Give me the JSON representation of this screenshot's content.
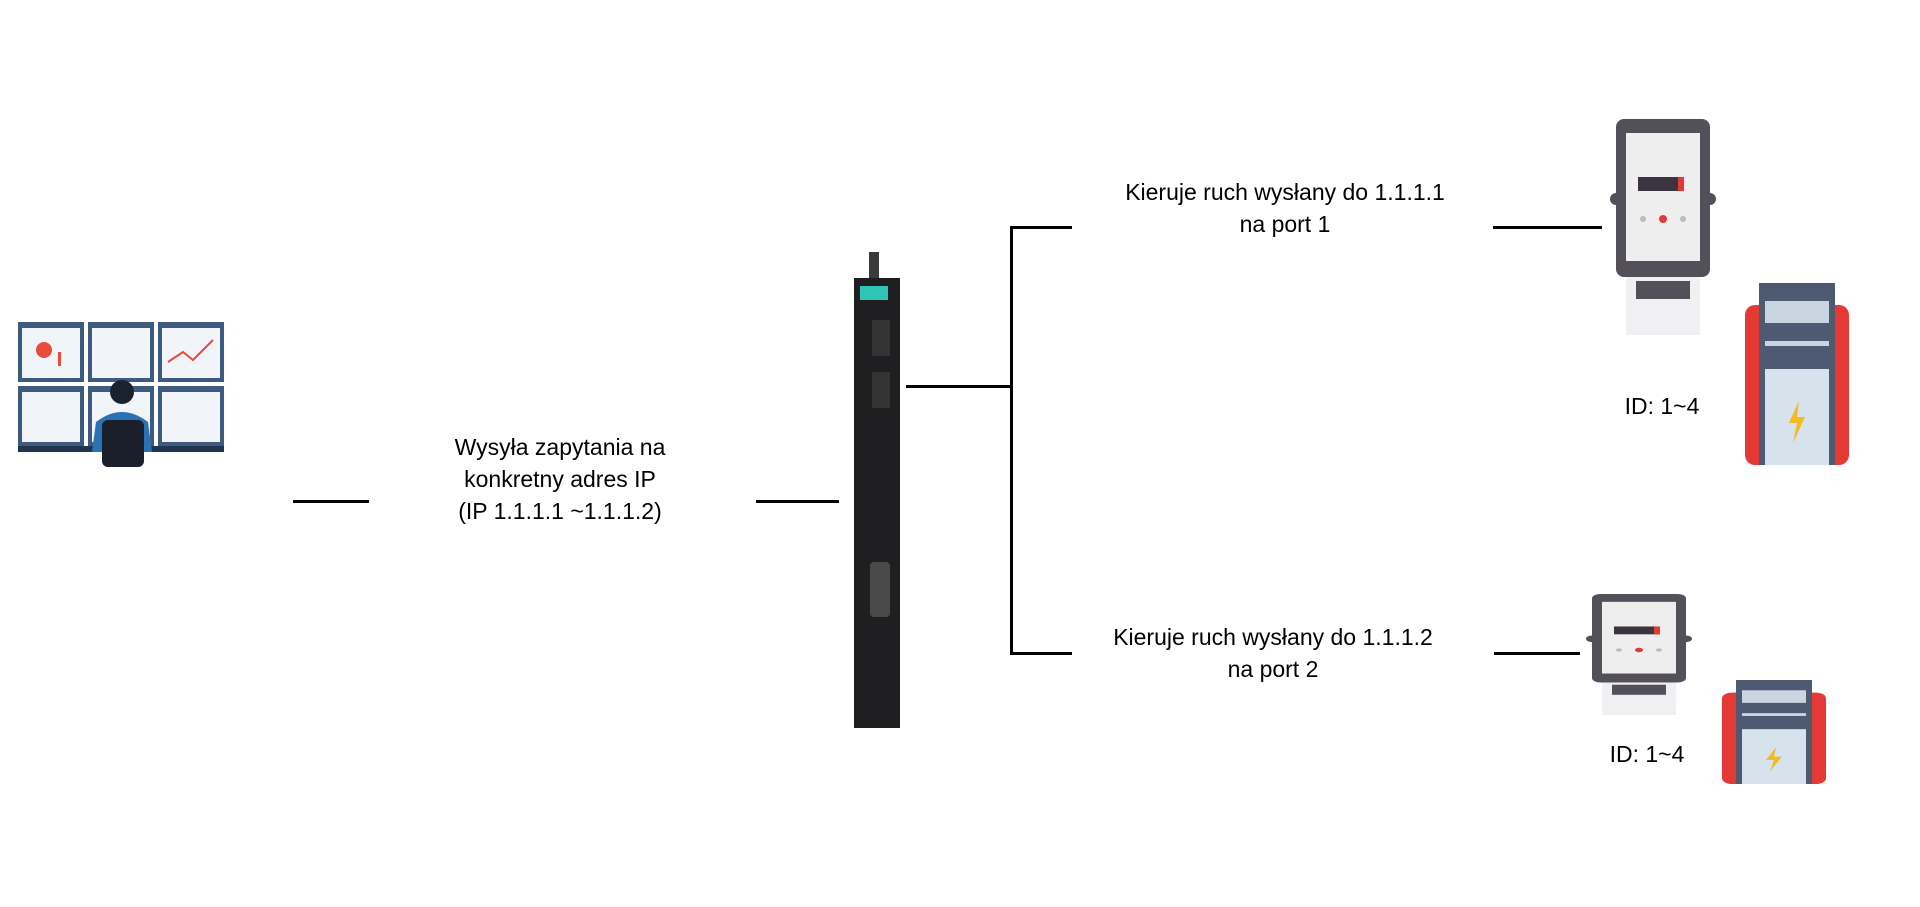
{
  "operator": {
    "label": "Wysyła zapytania na\nkonkretny adres IP\n(IP 1.1.1.1 ~1.1.1.2)",
    "line1": "Wysyła zapytania na",
    "line2": "konkretny adres IP",
    "line3": "(IP 1.1.1.1 ~1.1.1.2)"
  },
  "branches": [
    {
      "line1": "Kieruje ruch wysłany do 1.1.1.1",
      "line2": "na port 1",
      "id_label": "ID: 1~4"
    },
    {
      "line1": "Kieruje ruch wysłany do 1.1.1.2",
      "line2": "na port 2",
      "id_label": "ID: 1~4"
    }
  ],
  "colors": {
    "line": "#000000",
    "device": "#1f1f22",
    "accent": "#2ec4b6",
    "meter": "#54505a",
    "red": "#e53935"
  }
}
